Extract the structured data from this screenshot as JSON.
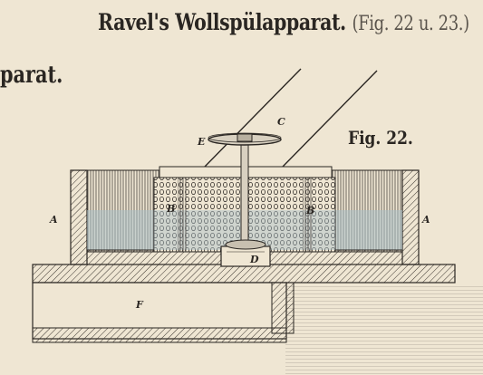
{
  "header": {
    "title": "Ravel's Wollspülapparat.",
    "figure_ref": "(Fig. 22 u. 23.)",
    "cut_text": "parat."
  },
  "figure": {
    "label": "Fig. 22.",
    "parts": {
      "A_left": "A",
      "A_right": "A",
      "B_left": "B",
      "B_right": "B",
      "C": "C",
      "D": "D",
      "E": "E",
      "F": "F"
    }
  },
  "colors": {
    "paper": "#efe6d3",
    "ink": "#2a2622",
    "water": "#a9bfc8"
  }
}
